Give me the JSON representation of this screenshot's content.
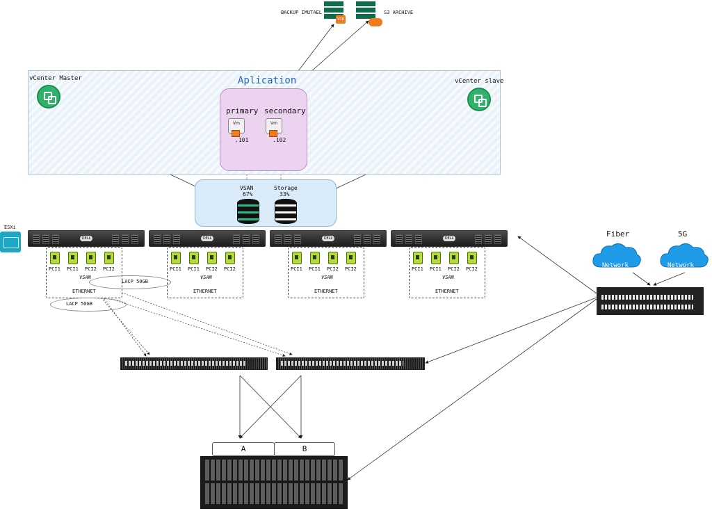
{
  "top": {
    "backup_label": "BACKUP IMUTAEL",
    "backup_badge": "VSR",
    "archive_label": "S3 ARCHIVE"
  },
  "vcenter": {
    "master_label": "vCenter Master",
    "slave_label": "vCenter slave",
    "accent": "#2fb36b"
  },
  "application": {
    "title": "Aplication",
    "primary_label": "primary",
    "secondary_label": "secondary",
    "vm_label": "Vm",
    "primary_ip": ".101",
    "secondary_ip": ".102"
  },
  "storage_pool": {
    "vsan_label": "VSAN",
    "vsan_pct": "67%",
    "storage_label": "Storage",
    "storage_pct": "33%"
  },
  "esxi": {
    "label": "ESXi",
    "server_logo": "DELL",
    "hosts": [
      {
        "cards": [
          "PCI1",
          "PCI1",
          "PCI2",
          "PCI2"
        ],
        "vsan_label": "VSAN",
        "ethernet_label": "ETHERNET"
      },
      {
        "cards": [
          "PCI1",
          "PCI1",
          "PCI2",
          "PCI2"
        ],
        "vsan_label": "VSAN",
        "ethernet_label": "ETHERNET"
      },
      {
        "cards": [
          "PCI1",
          "PCI1",
          "PCI2",
          "PCI2"
        ],
        "vsan_label": "VSAN",
        "ethernet_label": "ETHERNET"
      },
      {
        "cards": [
          "PCI1",
          "PCI1",
          "PCI2",
          "PCI2"
        ],
        "vsan_label": "VSAN",
        "ethernet_label": "ETHERNET"
      }
    ],
    "lacp_1": "LACP 50GB",
    "lacp_2": "LACP 50GB"
  },
  "wan": {
    "fiber_label": "Fiber",
    "fiveg_label": "5G",
    "network_label_1": "Network",
    "network_label_2": "Network",
    "cloud_color": "#1f9be8"
  },
  "san": {
    "controller_a": "A",
    "controller_b": "B"
  }
}
